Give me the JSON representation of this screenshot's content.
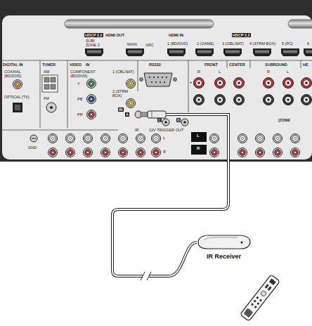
{
  "diagram": {
    "nodes": [
      {
        "text": [
          "A"
        ]
      },
      {
        "text": [
          "IR Receiver"
        ]
      }
    ],
    "edges": [
      {
        "from": 0,
        "to": 1,
        "arrow": "none"
      }
    ],
    "labels": [
      "HDCP 2.2",
      "HDMI OUT",
      "SUB/ ZONE 2",
      "MAIN",
      "ARC",
      "HDMI IN",
      "HDCP 2.2",
      "1 (BD/DVD)",
      "2 (GAME)",
      "3 (CBL/SAT)",
      "4 (STRM BOX)",
      "5 (PC)",
      "6",
      "DIGITAL IN",
      "TUNER",
      "VIDEO",
      "IN",
      "RS232",
      "FRONT",
      "CENTER",
      "SURROUND",
      "HE",
      "COAXIAL (BD/DVD)",
      "OPTICAL (TV)",
      "AM",
      "FM",
      "COMPONENT (BD/DVD)",
      "Y",
      "PB",
      "PR",
      "1 (CBL/SAT)",
      "2 (STRM BOX)",
      "R",
      "L",
      "R",
      "L",
      "+",
      "IN",
      "C",
      "D",
      "IR",
      "12V TRIGGER OUT",
      "L",
      "R",
      "GND",
      "L",
      "R",
      "(ZONE"
    ]
  }
}
